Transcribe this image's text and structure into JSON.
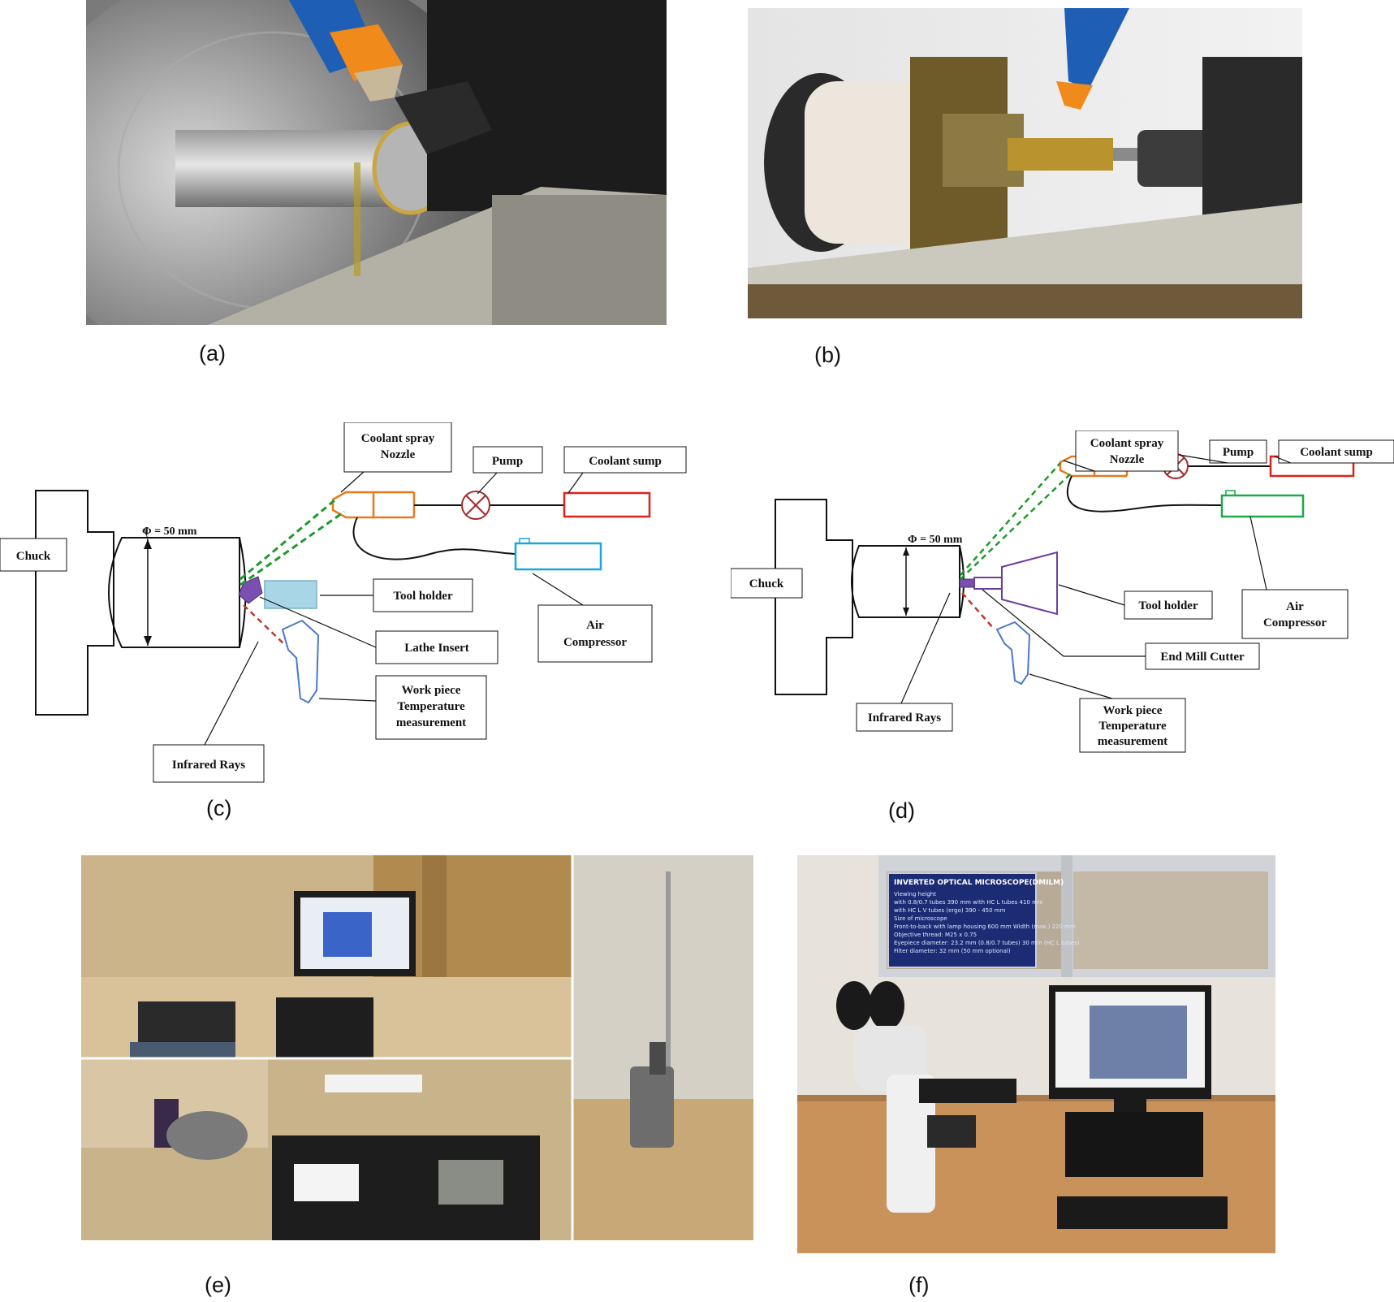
{
  "captions": {
    "a": "(a)",
    "b": "(b)",
    "c": "(c)",
    "d": "(d)",
    "e": "(e)",
    "f": "(f)"
  },
  "diagram_c": {
    "chuck": "Chuck",
    "diameter": "Φ = 50 mm",
    "nozzle_line1": "Coolant spray",
    "nozzle_line2": "Nozzle",
    "pump": "Pump",
    "sump": "Coolant sump",
    "tool_holder": "Tool holder",
    "air_line1": "Air",
    "air_line2": "Compressor",
    "insert": "Lathe Insert",
    "temp_line1": "Work piece",
    "temp_line2": "Temperature",
    "temp_line3": "measurement",
    "infrared": "Infrared Rays"
  },
  "diagram_d": {
    "chuck": "Chuck",
    "diameter": "Φ = 50 mm",
    "nozzle_line1": "Coolant spray",
    "nozzle_line2": "Nozzle",
    "pump": "Pump",
    "sump": "Coolant sump",
    "tool_holder": "Tool holder",
    "air_line1": "Air",
    "air_line2": "Compressor",
    "cutter": "End Mill Cutter",
    "temp_line1": "Work piece",
    "temp_line2": "Temperature",
    "temp_line3": "measurement",
    "infrared": "Infrared Rays"
  },
  "photo_f": {
    "sign_title": "INVERTED OPTICAL MICROSCOPE(DMILM)",
    "sign_line1": "Viewing height",
    "sign_line2": "with 0.8/0.7 tubes 390 mm  with HC L tubes 410 mm",
    "sign_line3": "with HC L V tubes (ergo) 390 - 450 mm",
    "sign_line4": "Size of microscope",
    "sign_line5": "Front-to-back with lamp housing 600 mm  Width (max.) 220 mm",
    "sign_line6": "Objective thread: M25 x 0.75",
    "sign_line7": "Eyepiece diameter: 23.2 mm (0.8/0.7 tubes) 30 mm (HC L tubes)",
    "sign_line8": "Filter diameter: 32 mm (50 mm optional)"
  },
  "colors": {
    "nozzle": "#e8781e",
    "pump": "#a52a2a",
    "sump": "#e0201a",
    "air_c": "#1aa6e0",
    "air_d": "#1fa84a",
    "spray": "#1d9a2c",
    "infrared": "#c0392b",
    "insert": "#7a4fb0",
    "holder_c": "#a9d6e6",
    "holder_d": "#6b3fa0",
    "gun": "#4a78c8"
  }
}
